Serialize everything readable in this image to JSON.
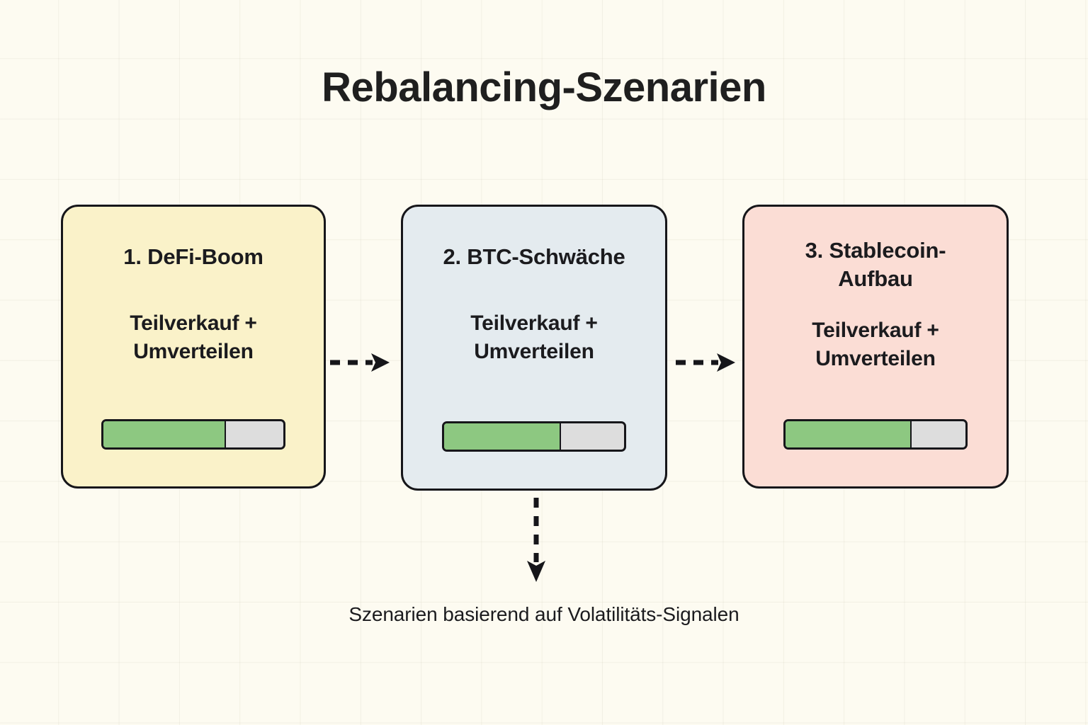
{
  "title": "Rebalancing-Szenarien",
  "caption": "Szenarien basierend auf Volatilitäts-Signalen",
  "colors": {
    "background": "#fdfbf1",
    "text": "#1b1b1e",
    "card1_fill": "#faf2c9",
    "card2_fill": "#e4ebef",
    "card3_fill": "#fbddd5",
    "border": "#16161a",
    "progress_fill": "#8dc881",
    "progress_track": "#dddddd"
  },
  "cards": [
    {
      "heading": "1. DeFi-Boom",
      "body": "Teilverkauf +\nUmverteilen",
      "body_line1": "Teilverkauf +",
      "body_line2": "Umverteilen",
      "progress_percent": 68
    },
    {
      "heading": "2. BTC-Schwäche",
      "body": "Teilverkauf +\nUmverteilen",
      "body_line1": "Teilverkauf +",
      "body_line2": "Umverteilen",
      "progress_percent": 65
    },
    {
      "heading": "3. Stablecoin-\nAufbau",
      "heading_line1": "3. Stablecoin-",
      "heading_line2": "Aufbau",
      "body": "Teilverkauf +\nUmverteilen",
      "body_line1": "Teilverkauf +",
      "body_line2": "Umverteilen",
      "progress_percent": 70
    }
  ],
  "connectors": [
    {
      "name": "arrow-card1-to-card2",
      "style": "dashed",
      "direction": "right"
    },
    {
      "name": "arrow-card2-to-card3",
      "style": "dashed",
      "direction": "right"
    },
    {
      "name": "arrow-card2-to-caption",
      "style": "dashed",
      "direction": "down"
    }
  ]
}
